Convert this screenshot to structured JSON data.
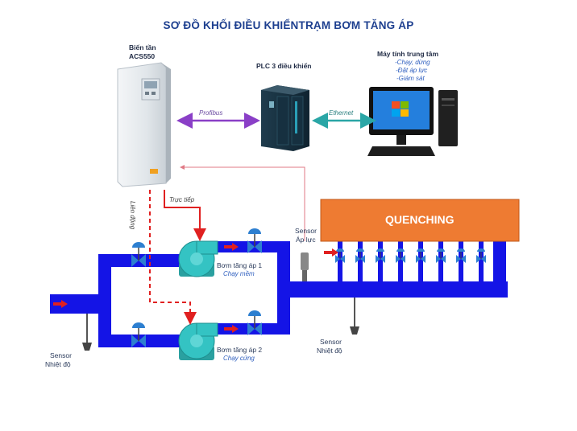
{
  "title": "SƠ ĐỒ KHỐI ĐIỀU KHIỂNTRẠM BƠM TĂNG ÁP",
  "inverter": {
    "line1": "Biến tần",
    "line2": "ACS550"
  },
  "plc": {
    "label": "PLC 3 điều khiển"
  },
  "computer": {
    "label": "Máy tính trung tâm",
    "functions": [
      "-Chạy, dừng",
      "-Đặt áp lực",
      "-Giám sát"
    ]
  },
  "links": {
    "profibus": "Profibus",
    "ethernet": "Ethernet"
  },
  "signals": {
    "direct": "Trực tiếp",
    "interlock": "Liên động"
  },
  "pump1": {
    "name": "Bơm tăng áp 1",
    "mode": "Chạy mềm"
  },
  "pump2": {
    "name": "Bơm tăng áp 2",
    "mode": "Chạy cứng"
  },
  "sensor_pressure": {
    "line1": "Sensor",
    "line2": "Áp lực"
  },
  "sensor_temp_in": {
    "line1": "Sensor",
    "line2": "Nhiệt độ"
  },
  "sensor_temp_out": {
    "line1": "Sensor",
    "line2": "Nhiệt độ"
  },
  "quenching": {
    "label": "QUENCHING"
  },
  "colors": {
    "pipe": "#1414e6",
    "pump": "#34c3c3",
    "quench": "#ee7b32",
    "arrow_red": "#e02020",
    "profibus": "#8a3fc7",
    "ethernet": "#2aa6a6",
    "valve": "#2d7fd0"
  }
}
